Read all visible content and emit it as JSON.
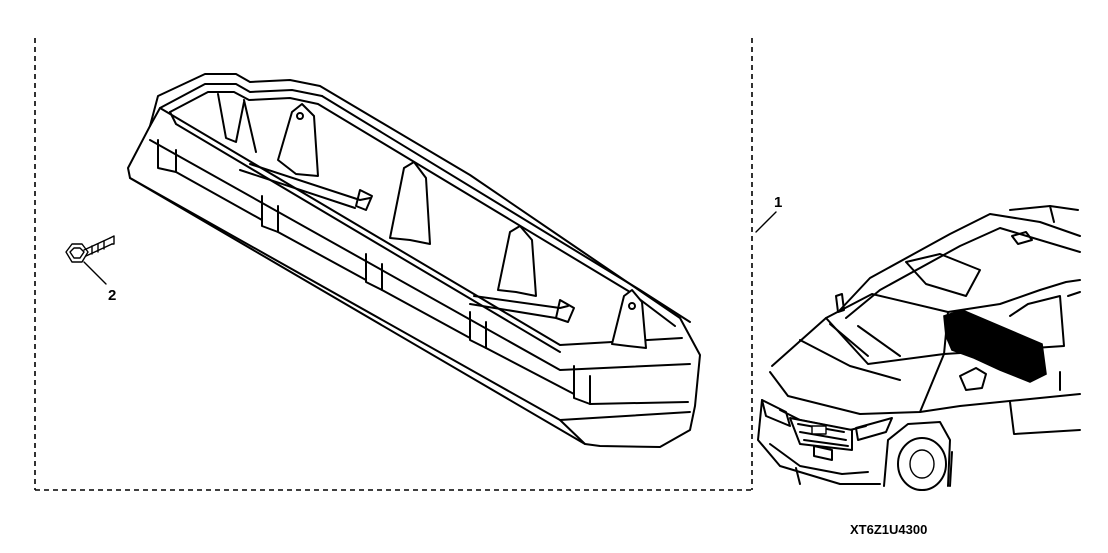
{
  "callouts": {
    "kit": "1",
    "bolt": "2"
  },
  "reference_code": "XT6Z1U4300",
  "icons": {
    "tray": "storage-tray-icon",
    "bolt": "mounting-bolt-icon",
    "vehicle": "vehicle-icon",
    "location": "install-location-highlight"
  }
}
